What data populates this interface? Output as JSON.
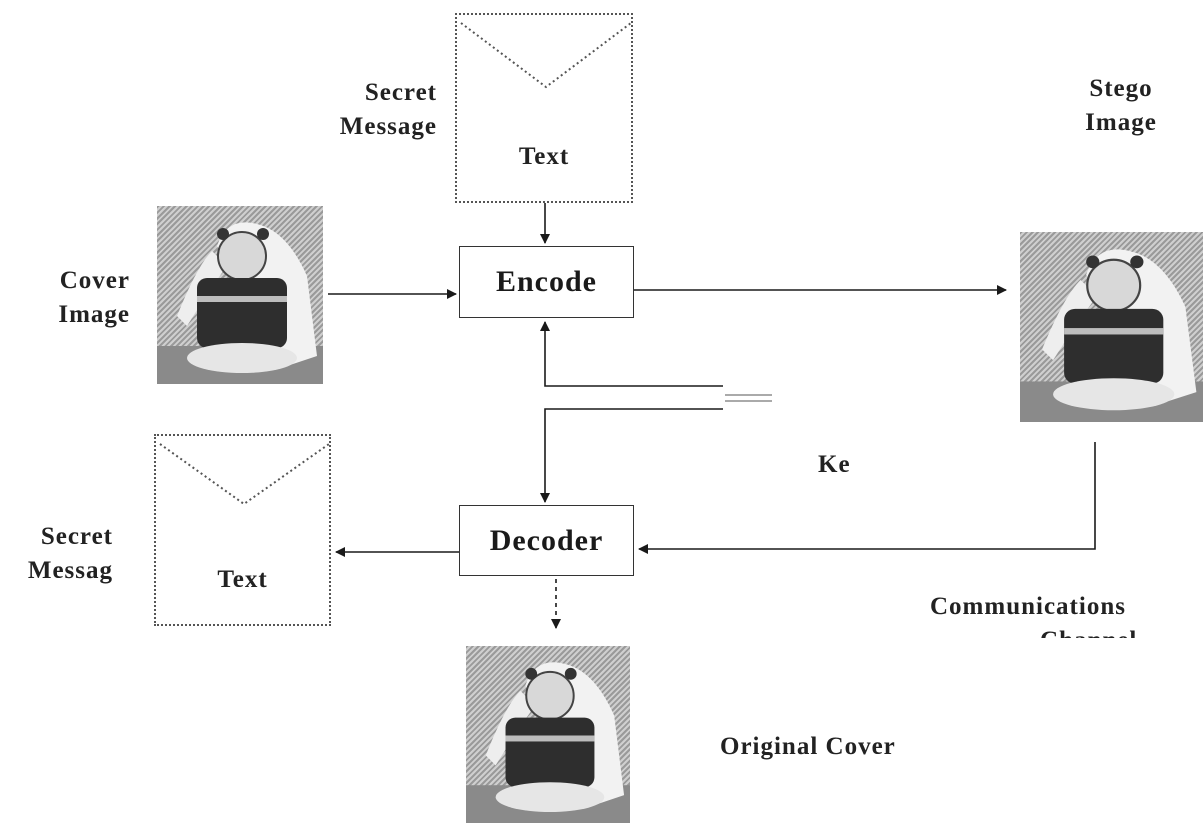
{
  "labels": {
    "secret_message_top": [
      "Secret",
      "Message"
    ],
    "stego_image": [
      "Stego",
      "Image"
    ],
    "cover_image": [
      "Cover",
      "Image"
    ],
    "secret_message_bottom": [
      "Secret",
      "Messag"
    ],
    "key": "Ke",
    "communications_channel": [
      "Communications",
      "Channel"
    ],
    "original_cover": "Original Cover"
  },
  "boxes": {
    "encode": "Encode",
    "decoder": "Decoder"
  },
  "envelopes": {
    "top_text": "Text",
    "bottom_text": "Text"
  },
  "colors": {
    "line": "#1a1a1a",
    "box_border": "#333333",
    "envelope_border": "#555555"
  }
}
